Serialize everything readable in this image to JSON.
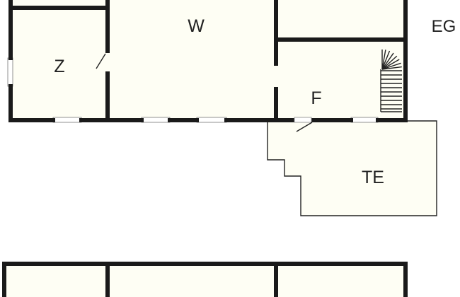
{
  "labels": {
    "floor": "EG",
    "room_w": "W",
    "room_z": "Z",
    "room_f": "F",
    "room_te": "TE"
  },
  "colors": {
    "room_fill": "#fefef4",
    "wall": "#1a1a1a"
  }
}
